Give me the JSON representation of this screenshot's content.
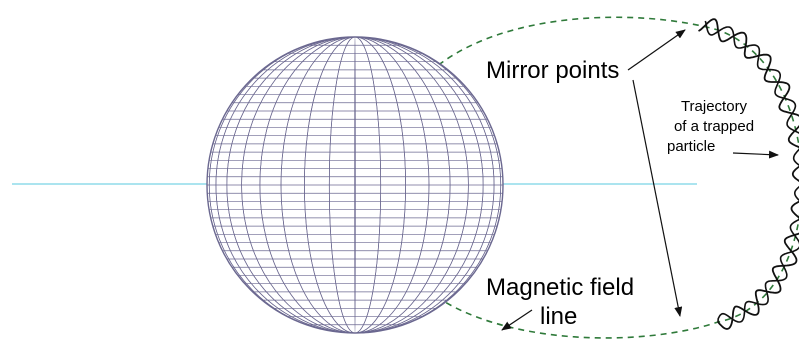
{
  "labels": {
    "mirror_points": "Mirror points",
    "trajectory_line1": "Trajectory",
    "trajectory_line2": "of a trapped",
    "trajectory_line3": "particle",
    "field_line_line1": "Magnetic field",
    "field_line_line2": "line"
  },
  "colors": {
    "globe_grid": "#6b6890",
    "globe_fill": "#ffffff",
    "equator": "#8fdcea",
    "field_line": "#2f7a3a",
    "trajectory": "#111111",
    "arrow": "#111111"
  }
}
